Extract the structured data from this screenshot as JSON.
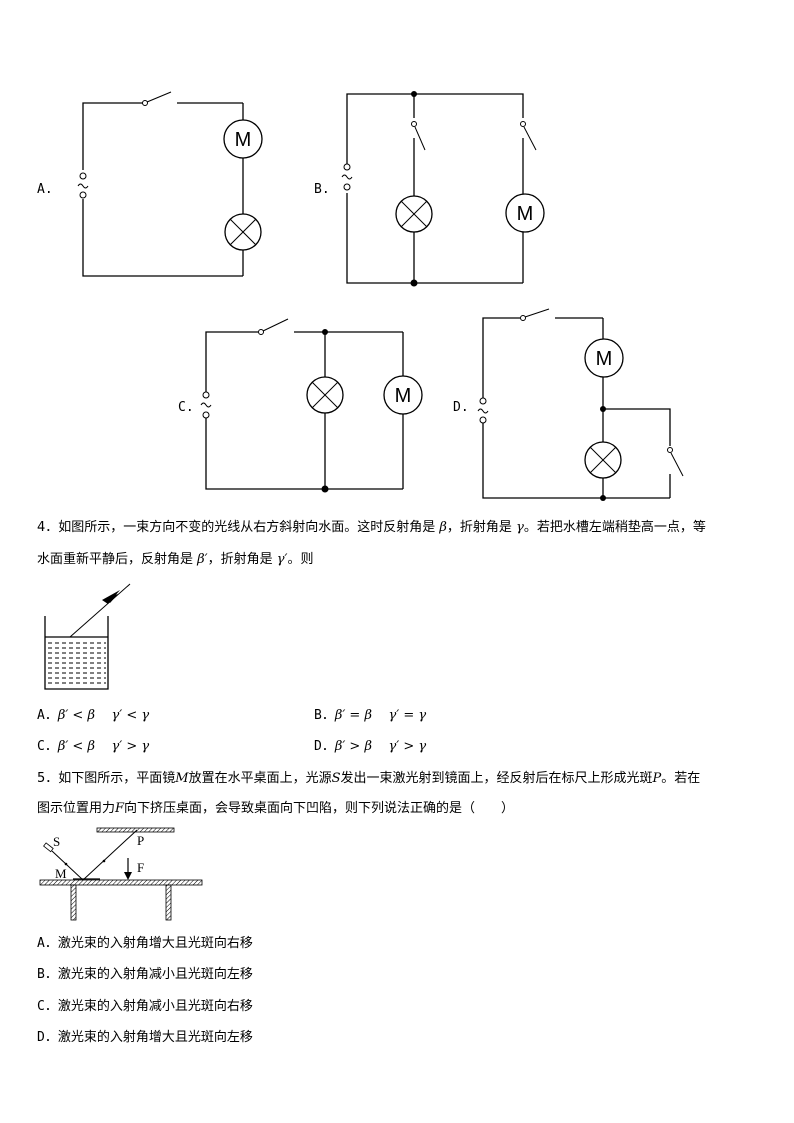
{
  "q3": {
    "options": [
      {
        "label": "A.",
        "motor": "M"
      },
      {
        "label": "B.",
        "motor": "M"
      },
      {
        "label": "C.",
        "motor": "M"
      },
      {
        "label": "D.",
        "motor": "M"
      }
    ]
  },
  "q4": {
    "line1_a": "4．如图所示，一束方向不变的光线从右方斜射向水面。这时反射角是 ",
    "beta": "β",
    "line1_b": "，折射角是 ",
    "gamma": "γ",
    "line1_c": "。若把水槽左端稍垫高一点，等",
    "line2_a": "水面重新平静后，反射角是 ",
    "beta_p": "β′",
    "line2_b": "，折射角是 ",
    "gamma_p": "γ′",
    "line2_c": "。则",
    "options": [
      {
        "label": "A．",
        "text": "β′ < β    γ′ < γ"
      },
      {
        "label": "B．",
        "text": "β′ = β    γ′ = γ"
      },
      {
        "label": "C．",
        "text": "β′ < β    γ′ > γ"
      },
      {
        "label": "D．",
        "text": "β′ > β    γ′ > γ"
      }
    ]
  },
  "q5": {
    "line1_a": "5．如下图所示，平面镜",
    "M": "M",
    "line1_b": "放置在水平桌面上，光源",
    "S": "S",
    "line1_c": "发出一束激光射到镜面上，经反射后在标尺上形成光斑",
    "P": "P",
    "line1_d": "。若在",
    "line2_a": "图示位置用力",
    "F": "F",
    "line2_b": "向下挤压桌面，会导致桌面向下凹陷，则下列说法正确的是（　　）",
    "figure_labels": {
      "S": "S",
      "P": "P",
      "M": "M",
      "F": "F"
    },
    "options": [
      {
        "label": "A．",
        "text": "激光束的入射角增大且光斑向右移"
      },
      {
        "label": "B．",
        "text": "激光束的入射角减小且光斑向左移"
      },
      {
        "label": "C．",
        "text": "激光束的入射角减小且光斑向右移"
      },
      {
        "label": "D．",
        "text": "激光束的入射角增大且光斑向左移"
      }
    ]
  }
}
